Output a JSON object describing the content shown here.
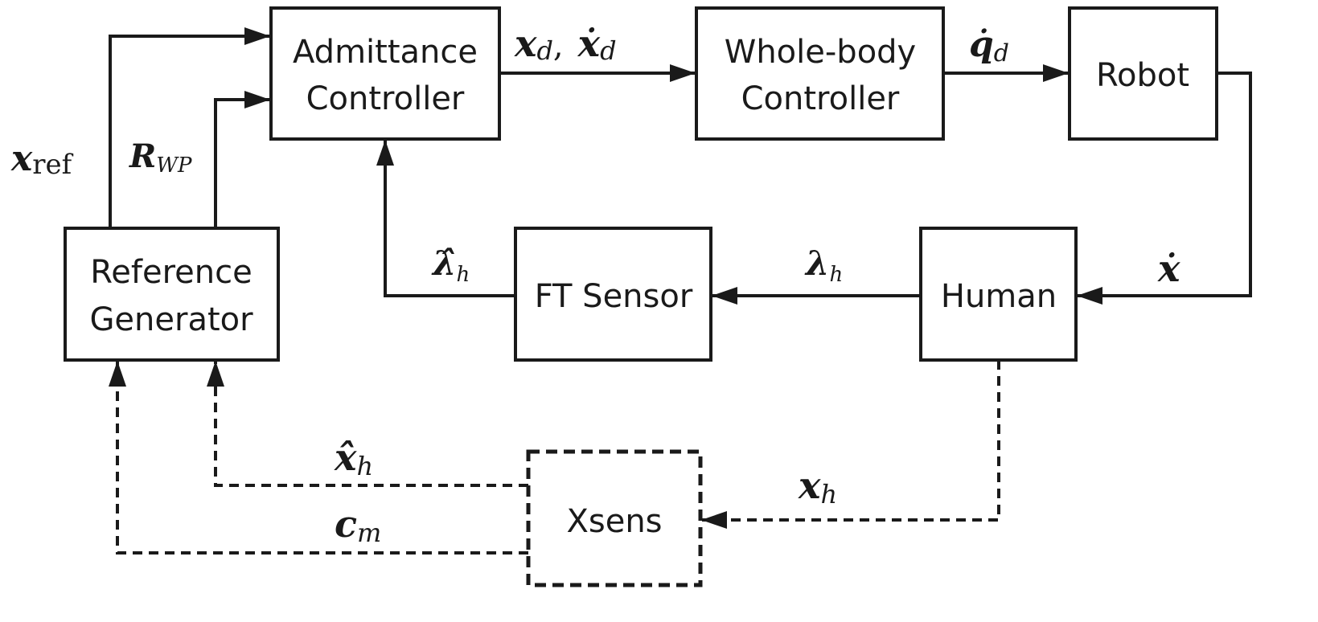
{
  "blocks": {
    "admittance": {
      "line1": "Admittance",
      "line2": "Controller"
    },
    "whole_body": {
      "line1": "Whole-body",
      "line2": "Controller"
    },
    "robot": {
      "label": "Robot"
    },
    "reference": {
      "line1": "Reference",
      "line2": "Generator"
    },
    "ft_sensor": {
      "label": "FT Sensor"
    },
    "human": {
      "label": "Human"
    },
    "xsens": {
      "label": "Xsens"
    }
  },
  "signals": {
    "x_ref": {
      "base": "x",
      "sub": "ref"
    },
    "R_WP": {
      "base": "R",
      "sub": "WP"
    },
    "xd_xdotd": {
      "base1": "x",
      "sub1": "d",
      "sep": ",",
      "base2": "ẋ",
      "sub2": "d"
    },
    "qdot_d": {
      "base": "q̇",
      "sub": "d"
    },
    "xdot": {
      "base": "ẋ"
    },
    "lambda_h": {
      "base": "λ",
      "sub": "h"
    },
    "lambda_hat_h": {
      "base": "λ̂",
      "sub": "h"
    },
    "x_h": {
      "base": "x",
      "sub": "h"
    },
    "x_hat_h": {
      "base": "x̂",
      "sub": "h"
    },
    "c_m": {
      "base": "c",
      "sub": "m"
    }
  }
}
